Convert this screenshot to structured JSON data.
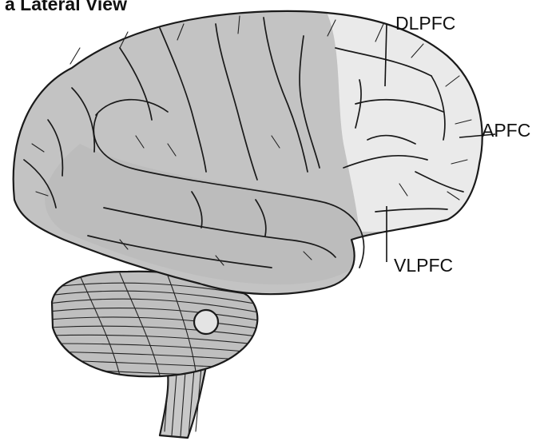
{
  "figure": {
    "panel_title": "a Lateral View",
    "labels": {
      "dlpfc": "DLPFC",
      "apfc": "APFC",
      "vlpfc": "VLPFC"
    },
    "colors": {
      "cortex": "#c3c3c3",
      "prefrontal_highlight": "#eaeaea",
      "outline": "#1a1a1a",
      "cerebellum": "#bfbfbf",
      "brainstem": "#c8c8c8"
    }
  }
}
